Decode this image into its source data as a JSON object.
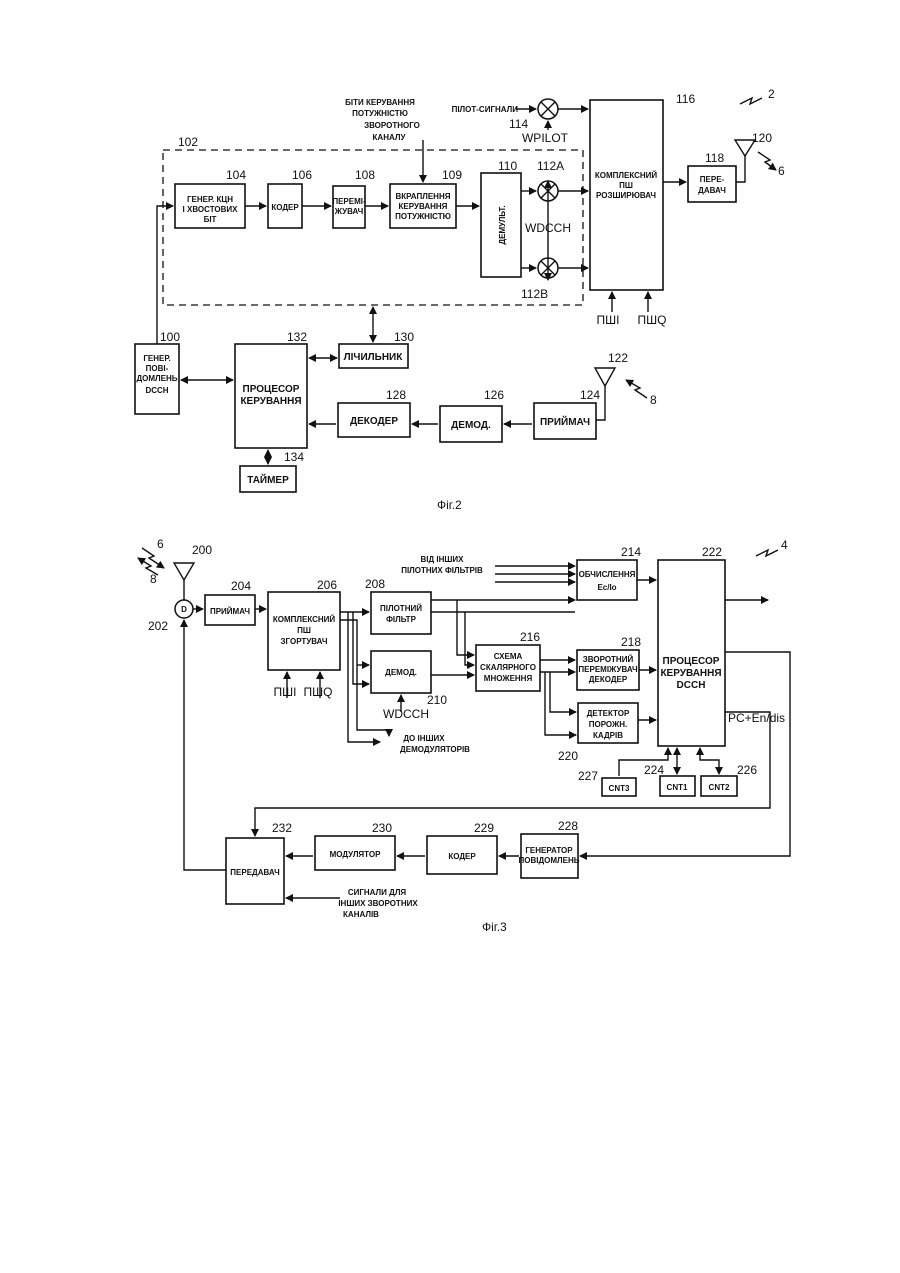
{
  "fig2": {
    "caption": "Фіг.2",
    "ref_2": "2",
    "pilot_label": "ПІЛОТ-СИГНАЛИ",
    "power_bits_line1": "БІТИ КЕРУВАННЯ",
    "power_bits_line2": "ПОТУЖНІСТЮ",
    "power_bits_line3": "ЗВОРОТНОГО",
    "power_bits_line4": "КАНАЛУ",
    "w_pilot": "WPILOT",
    "w_dcch": "WDCCH",
    "pn_i": "ПШI",
    "pn_q": "ПШQ",
    "gen_crc": [
      "ГЕНЕР. КЦН",
      "І ХВОСТОВИХ",
      "БІТ"
    ],
    "coder": "КОДЕР",
    "interleaver": [
      "ПЕРЕМІ-",
      "ЖУВАЧ"
    ],
    "power_insert": [
      "ВКРАПЛЕННЯ",
      "КЕРУВАННЯ",
      "ПОТУЖНІСТЮ"
    ],
    "demux": "ДЕМУЛЬТ.",
    "spreader": [
      "КОМПЛЕКСНИЙ",
      "ПШ",
      "РОЗШИРЮВАЧ"
    ],
    "transmitter": [
      "ПЕРЕ-",
      "ДАВАЧ"
    ],
    "msg_gen": [
      "ГЕНЕР.",
      "ПОВІ-",
      "ДОМЛЕНЬ",
      "DCCH"
    ],
    "control_proc": [
      "ПРОЦЕСОР",
      "КЕРУВАННЯ"
    ],
    "counter": "ЛІЧИЛЬНИК",
    "decoder": "ДЕКОДЕР",
    "demod": "ДЕМОД.",
    "receiver": "ПРИЙМАЧ",
    "timer": "ТАЙМЕР",
    "refs": {
      "r100": "100",
      "r102": "102",
      "r104": "104",
      "r106": "106",
      "r108": "108",
      "r109": "109",
      "r110": "110",
      "r112a": "112А",
      "r112b": "112В",
      "r114": "114",
      "r116": "116",
      "r118": "118",
      "r120": "120",
      "r122": "122",
      "r124": "124",
      "r126": "126",
      "r128": "128",
      "r130": "130",
      "r132": "132",
      "r134": "134",
      "r6": "6",
      "r8": "8"
    }
  },
  "fig3": {
    "caption": "Фіг.3",
    "ref_4": "4",
    "from_other_line1": "ВІД ІНШИХ",
    "from_other_line2": "ПІЛОТНИХ ФІЛЬТРІВ",
    "to_other_line1": "ДО ІНШИХ",
    "to_other_line2": "ДЕМОДУЛЯТОРІВ",
    "signals_line1": "СИГНАЛИ ДЛЯ",
    "signals_line2": "ІНШИХ ЗВОРОТНИХ",
    "signals_line3": "КАНАЛІВ",
    "pc_label": "PC+En/dis",
    "w_dcch": "WDCCH",
    "pn_i": "ПШI",
    "pn_q": "ПШQ",
    "d_label": "D",
    "receiver": "ПРИЙМАЧ",
    "despreader": [
      "КОМПЛЕКСНИЙ",
      "ПШ",
      "ЗГОРТУВАЧ"
    ],
    "pilot_filter": [
      "ПІЛОТНИЙ",
      "ФІЛЬТР"
    ],
    "demod": "ДЕМОД.",
    "dot_product": [
      "СХЕМА",
      "СКАЛЯРНОГО",
      "МНОЖЕННЯ"
    ],
    "ecio": [
      "ОБЧИСЛЕННЯ",
      "Ec/Io"
    ],
    "rev_deint": [
      "ЗВОРОТНИЙ",
      "ПЕРЕМІЖУВАЧ",
      "ДЕКОДЕР"
    ],
    "empty_detector": [
      "ДЕТЕКТОР",
      "ПОРОЖН.",
      "КАДРІВ"
    ],
    "dcch_proc": [
      "ПРОЦЕСОР",
      "КЕРУВАННЯ",
      "DCCH"
    ],
    "cnt3": "CNT3",
    "cnt1": "CNT1",
    "cnt2": "CNT2",
    "transmitter": "ПЕРЕДАВАЧ",
    "modulator": "МОДУЛЯТОР",
    "coder": "КОДЕР",
    "msg_gen": [
      "ГЕНЕРАТОР",
      "ПОВІДОМЛЕНЬ"
    ],
    "refs": {
      "r200": "200",
      "r202": "202",
      "r204": "204",
      "r206": "206",
      "r208": "208",
      "r210": "210",
      "r214": "214",
      "r216": "216",
      "r218": "218",
      "r220": "220",
      "r222": "222",
      "r224": "224",
      "r226": "226",
      "r227": "227",
      "r228": "228",
      "r229": "229",
      "r230": "230",
      "r232": "232",
      "r6": "6",
      "r8": "8"
    }
  }
}
